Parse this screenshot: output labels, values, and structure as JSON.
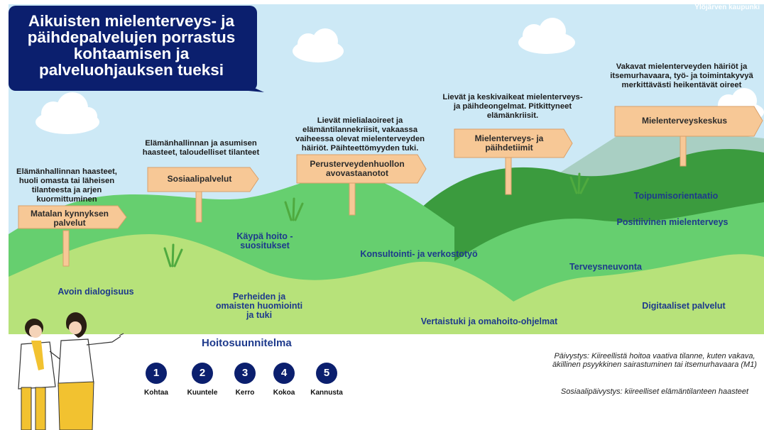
{
  "header": {
    "title": "Aikuisten mielenterveys- ja päihdepalvelujen porrastus kohtaamisen ja palveluohjauksen tueksi",
    "brand": "Ylöjärven kaupunki"
  },
  "levels": [
    {
      "sign": "Matalan kynnyksen palvelut",
      "description": "Elämänhallinnan haasteet, huoli omasta tai läheisen tilanteesta ja arjen kuormittuminen"
    },
    {
      "sign": "Sosiaalipalvelut",
      "description": "Elämänhallinnan ja asumisen haasteet, taloudelliset tilanteet"
    },
    {
      "sign": "Perusterveydenhuollon avovastaanotot",
      "description": "Lievät mielialaoireet ja elämäntilannekriisit, vakaassa vaiheessa olevat mielenterveyden häiriöt. Päihteettömyyden tuki."
    },
    {
      "sign": "Mielenterveys- ja päihdetiimit",
      "description": "Lievät ja keskivaikeat mielenterveys- ja päihdeongelmat. Pitkittyneet elämänkriisit."
    },
    {
      "sign": "Mielenterveyskeskus",
      "description": "Vakavat mielenterveyden häiriöt ja itsemurhavaara,  työ- ja toimintakyvyä merkittävästi heikentävät oireet"
    }
  ],
  "hill_labels": {
    "avoin": "Avoin dialogisuus",
    "kaypa": "Käypä hoito -suositukset",
    "perheiden": "Perheiden ja omaisten huomiointi ja tuki",
    "konsultointi": "Konsultointi- ja verkostotyö",
    "vertaistuki": "Vertaistuki ja omahoito-ohjelmat",
    "terveysneuvonta": "Terveysneuvonta",
    "digitaaliset": "Digitaaliset palvelut",
    "positiivinen": "Positiivinen mielenterveys",
    "toipumis": "Toipumisorientaatio"
  },
  "care_plan": {
    "title": "Hoitosuunnitelma",
    "steps": [
      {
        "number": "1",
        "label": "Kohtaa"
      },
      {
        "number": "2",
        "label": "Kuuntele"
      },
      {
        "number": "3",
        "label": "Kerro"
      },
      {
        "number": "4",
        "label": "Kokoa"
      },
      {
        "number": "5",
        "label": "Kannusta"
      }
    ]
  },
  "notes": {
    "paivystys": "Päivystys: Kiireellistä hoitoa vaativa tilanne, kuten vakava, äkillinen psyykkinen sairastuminen tai itsemurhavaara (M1)",
    "sosiaalipaivystys": "Sosiaalipäivystys: kiireelliset elämäntilanteen haasteet"
  },
  "colors": {
    "sky": "#cde9f6",
    "title_bg": "#0b1f6e",
    "hill_light": "#b7e27a",
    "hill_mid": "#66cf6f",
    "hill_dark": "#3b9b3e",
    "mountain": "#a9cfc3",
    "sign": "#f7c896",
    "accent_text": "#1e3a8c"
  }
}
